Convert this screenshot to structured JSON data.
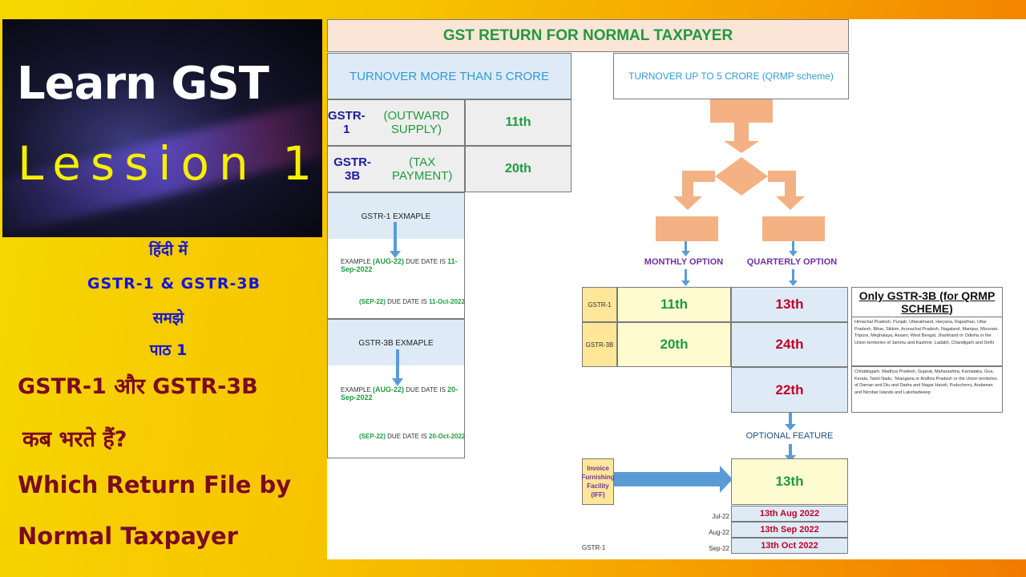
{
  "left": {
    "title": "Learn GST",
    "subtitle": "Lession 1",
    "hindi_line1": "हिंदी में",
    "hindi_line2": "GSTR-1 & GSTR-3B",
    "hindi_line3": "समझे",
    "hindi_line4": "पाठ 1",
    "question_line1": "GSTR-1 और GSTR-3B",
    "question_line2": "कब भरते हैं?",
    "english_line1": "Which Return File by",
    "english_line2": "Normal Taxpayer"
  },
  "sheet": {
    "header": "GST RETURN FOR NORMAL TAXPAYER",
    "above5": {
      "title": "TURNOVER MORE THAN 5 CRORE",
      "gstr1_code": "GSTR-1",
      "gstr1_desc": "(OUTWARD SUPPLY)",
      "gstr1_date": "11th",
      "gstr3b_code": "GSTR-3B",
      "gstr3b_desc": "(TAX PAYMENT)",
      "gstr3b_date": "20th"
    },
    "example1": {
      "title": "GSTR-1 EXMAPLE",
      "row1_prefix": "EXAMPLE",
      "row1_month": "(AUG-22)",
      "row1_mid": "DUE DATE IS",
      "row1_date": "11-Sep-2022",
      "row2_month": "(SEP-22)",
      "row2_mid": "DUE DATE IS",
      "row2_date": "11-Oct-2022"
    },
    "example2": {
      "title": "GSTR-3B EXMAPLE",
      "row1_prefix": "EXAMPLE",
      "row1_month": "(AUG-22)",
      "row1_mid": "DUE DATE IS",
      "row1_date": "20-Sep-2022",
      "row2_month": "(SEP-22)",
      "row2_mid": "DUE DATE IS",
      "row2_date": "20-Oct-2022"
    },
    "upto5": {
      "title": "TURNOVER UP TO 5 CRORE (QRMP scheme)",
      "monthly_option": "MONTHLY OPTION",
      "quarterly_option": "QUARTERLY OPTION",
      "row_gstr1": "GSTR-1",
      "row_gstr3b": "GSTR-3B",
      "monthly_gstr1": "11th",
      "quarterly_gstr1": "13th",
      "monthly_gstr3b": "20th",
      "quarterly_gstr3b_a": "24th",
      "quarterly_gstr3b_b": "22th",
      "optional_feature": "OPTIONAL FEATURE",
      "iff_label": "Invoice Furnishing Facility (IFF)",
      "iff_date": "13th",
      "iff_rows": [
        {
          "month": "Jul-22",
          "date": "13th Aug 2022"
        },
        {
          "month": "Aug-22",
          "date": "13th Sep 2022"
        },
        {
          "month": "Sep-22",
          "date": "13th Oct 2022"
        }
      ],
      "iff_row_label": "GSTR-1"
    },
    "only3b": {
      "title": "Only GSTR-3B (for QRMP SCHEME)",
      "group1": "Himachal Pradesh, Punjab, Uttarakhand, Haryana, Rajasthan, Uttar Pradesh, Bihar, Sikkim, Arunachal Pradesh, Nagaland, Manipur, Mizoram, Tripura, Meghalaya, Assam, West Bengal, Jharkhand or Odisha or the Union territories of Jammu and Kashmir, Ladakh, Chandigarh and Delhi",
      "group2": "Chhattisgarh, Madhya Pradesh, Gujarat, Maharashtra, Karnataka, Goa, Kerala, Tamil Nadu, Telangana or Andhra Pradesh or the Union territories of Daman and Diu and Dadra and Nagar Haveli, Puducherry, Andaman and Nicobar Islands and Lakshadweep"
    }
  },
  "colors": {
    "flow_orange": "#f4b183",
    "arrow_blue": "#5b9bd5",
    "header_fill": "#fbe5d6",
    "blue_fill": "#deebf7",
    "yellow_fill": "#fffbd0",
    "tan_fill": "#ffe699",
    "green_text": "#1f9a3e",
    "red_text": "#c0002a"
  }
}
